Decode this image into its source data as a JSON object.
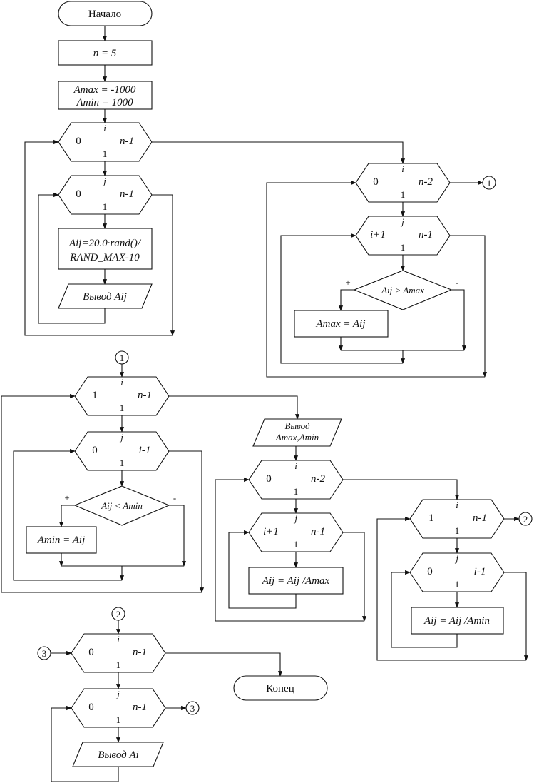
{
  "flowchart": {
    "start": "Начало",
    "n_assign": "n = 5",
    "amax_init": "Amax = -1000",
    "amin_init": "Amin = 1000",
    "loop1_i": {
      "var": "i",
      "from": "0",
      "to": "n-1",
      "step": "1"
    },
    "loop1_j": {
      "var": "j",
      "from": "0",
      "to": "n-1",
      "step": "1"
    },
    "assign_rand_line1": "Aij=20.0·rand()/",
    "assign_rand_line2": "RAND_MAX-10",
    "output_a": "Вывод Aij",
    "loop2_i": {
      "var": "i",
      "from": "0",
      "to": "n-2",
      "step": "1"
    },
    "connector1": "1",
    "loop2_j": {
      "var": "j",
      "from": "i+1",
      "to": "n-1",
      "step": "1"
    },
    "cond_max": "Aij > Amax",
    "yes": "+",
    "no": "-",
    "assign_max": "Amax = Aij",
    "loop3_i": {
      "var": "i",
      "from": "1",
      "to": "n-1",
      "step": "1"
    },
    "loop3_j": {
      "var": "j",
      "from": "0",
      "to": "i-1",
      "step": "1"
    },
    "cond_min": "Aij < Amin",
    "assign_min": "Amin = Aij",
    "output_mm_line1": "Вывод",
    "output_mm_line2": "Amax,Amin",
    "loop4_i": {
      "var": "i",
      "from": "0",
      "to": "n-2",
      "step": "1"
    },
    "loop4_j": {
      "var": "j",
      "from": "i+1",
      "to": "n-1",
      "step": "1"
    },
    "div_max": "Aij = Aij /Amax",
    "loop5_i": {
      "var": "i",
      "from": "1",
      "to": "n-1",
      "step": "1"
    },
    "connector2": "2",
    "loop5_j": {
      "var": "j",
      "from": "0",
      "to": "i-1",
      "step": "1"
    },
    "div_min": "Aij = Aij /Amin",
    "loop6_i": {
      "var": "i",
      "from": "0",
      "to": "n-1",
      "step": "1"
    },
    "connector3": "3",
    "loop6_j": {
      "var": "j",
      "from": "0",
      "to": "n-1",
      "step": "1"
    },
    "output_ai": "Вывод Ai",
    "end": "Конец"
  }
}
